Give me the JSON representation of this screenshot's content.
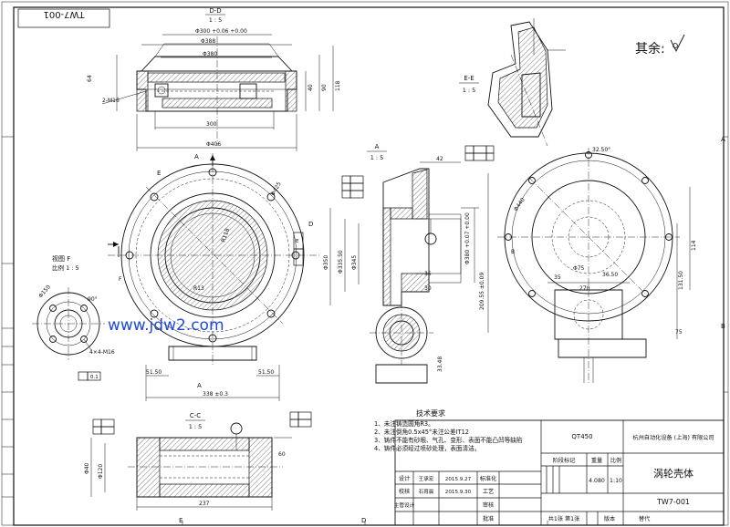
{
  "sheet": {
    "drawing_no_rotated": "TW7-001",
    "surface_note": "其余:",
    "watermark": "www.jdw2.com",
    "border_letters": {
      "right_a": "A",
      "right_b": "B",
      "bottom_e": "E",
      "bottom_d": "D"
    }
  },
  "views": {
    "dd": {
      "title": "D-D",
      "scale": "1 : 5"
    },
    "ee": {
      "title": "E-E",
      "scale": "1 : 5"
    },
    "aa": {
      "title": "A",
      "scale": "1 : 5"
    },
    "f": {
      "title": "视图 F",
      "scale": "比例 1 : 5"
    },
    "cc": {
      "title": "C-C",
      "scale": "1 : 5"
    },
    "labels": {
      "A": "A",
      "E": "E",
      "D": "D",
      "C": "C",
      "B": "B",
      "F": "F"
    }
  },
  "dims": {
    "d_300": "Φ300 +0.06 +0.00",
    "d_388": "Φ388",
    "d_380": "Φ380",
    "d_406": "Φ406",
    "w_300": "300",
    "m10": "2-M16",
    "d_425": "Φ425",
    "r118": "R118",
    "r13": "R13",
    "w_5150a": "51.50",
    "w_5150b": "51.50",
    "w_338": "338 ±0.3",
    "d_350": "Φ350",
    "d_335": "Φ335.50",
    "d_345": "Φ345",
    "d_380b": "Φ380 +0.07 +0.00",
    "h_35": "35",
    "h_30": "30",
    "h_42": "42",
    "h_3348": "33.48",
    "r209": "209.55 ±0.09",
    "d_440": "Φ440",
    "a_3250": "32.50°",
    "d_75": "Φ75",
    "w_270": "270",
    "w_3650": "36.50",
    "w_35": "35",
    "h_114": "114",
    "h_13150": "131.50",
    "h_75": "75",
    "w_237": "237",
    "d_40": "Φ40",
    "m4": "4×4-M16",
    "h_60": "60",
    "d_120": "Φ120",
    "d_150": "Φ150",
    "ang_90": "90°"
  },
  "tech_notes": {
    "title": "技术要求",
    "lines": [
      "1、未注铸造圆角R3。",
      "2、未注倒角0.5x45°未注公差IT12",
      "3、铸件不能有砂眼、气孔、变形、表面不能凸凹等缺陷",
      "4、铸件必须经过喷砂处理，表面清洁。"
    ]
  },
  "title_block": {
    "material": "QT450",
    "company": "杭州自动化设备 (上海) 有限公司",
    "stage_label": "阶段标记",
    "weight_label": "重量",
    "scale_label": "比例",
    "weight": "4.080",
    "scale": "1:10",
    "part_name": "涡轮壳体",
    "drawing_no": "TW7-001",
    "sheets": "共1张  第1张",
    "version": "版本",
    "revision": "替代",
    "rows": [
      {
        "role": "设计",
        "name": "王承宏",
        "date": "2015.9.27",
        "item": "标准化"
      },
      {
        "role": "校核",
        "name": "石育晨",
        "date": "2015.9.30",
        "item": "工艺"
      },
      {
        "role": "主管设计",
        "name": "",
        "date": "",
        "item": "审核"
      },
      {
        "role": "",
        "name": "",
        "date": "",
        "item": "批准"
      }
    ]
  }
}
